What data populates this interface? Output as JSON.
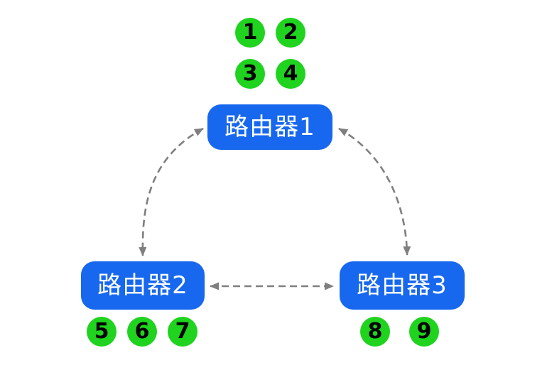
{
  "title": "Router network diagram",
  "colors": {
    "router-fill": "#1768ee",
    "router-text": "#ffffff",
    "packet-fill": "#1fd31f",
    "packet-text": "#000000",
    "arrow": "#7f7f7f",
    "background": "#ffffff"
  },
  "routers": [
    {
      "label": "路由器1"
    },
    {
      "label": "路由器2"
    },
    {
      "label": "路由器3"
    }
  ],
  "packets": {
    "router1": [
      "1",
      "2",
      "3",
      "4"
    ],
    "router2": [
      "5",
      "6",
      "7"
    ],
    "router3": [
      "8",
      "9"
    ]
  },
  "links": [
    {
      "from": "路由器1",
      "to": "路由器2",
      "type": "dashed-double-arrow"
    },
    {
      "from": "路由器1",
      "to": "路由器3",
      "type": "dashed-double-arrow"
    },
    {
      "from": "路由器2",
      "to": "路由器3",
      "type": "dashed-double-arrow"
    }
  ]
}
